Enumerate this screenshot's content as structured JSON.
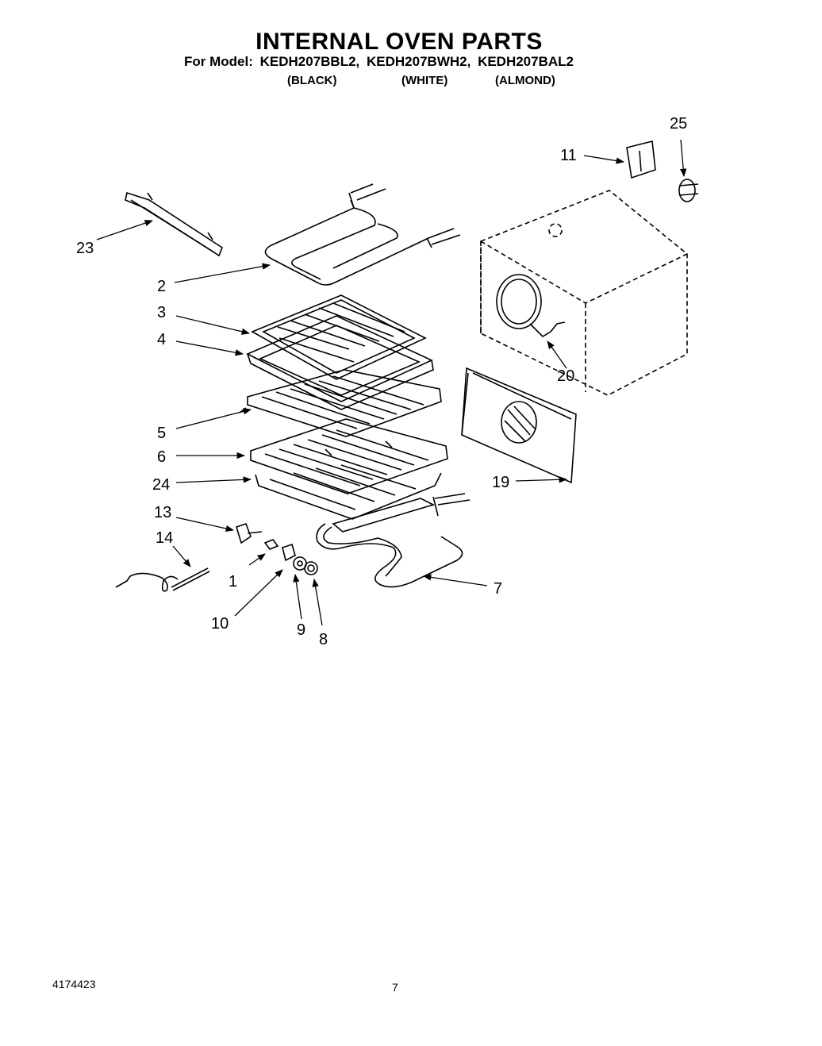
{
  "header": {
    "title": "INTERNAL OVEN PARTS",
    "model_label": "For Model:",
    "models": [
      "KEDH207BBL2,",
      "KEDH207BWH2,",
      "KEDH207BAL2"
    ],
    "colors": [
      "(BLACK)",
      "(WHITE)",
      "(ALMOND)"
    ]
  },
  "callouts": {
    "c1": "1",
    "c2": "2",
    "c3": "3",
    "c4": "4",
    "c5": "5",
    "c6": "6",
    "c7": "7",
    "c8": "8",
    "c9": "9",
    "c10": "10",
    "c11": "11",
    "c13": "13",
    "c14": "14",
    "c19": "19",
    "c20": "20",
    "c23": "23",
    "c24": "24",
    "c25": "25"
  },
  "footer": {
    "part_number": "4174423",
    "page_number": "7"
  }
}
